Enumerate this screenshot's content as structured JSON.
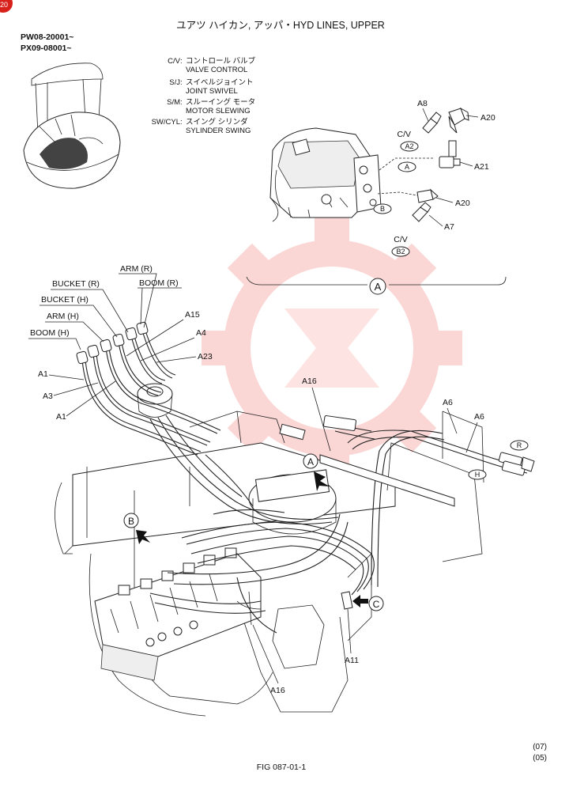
{
  "page": {
    "corner_badge": "20",
    "title": "ユアツ ハイカン, アッパ・HYD LINES, UPPER",
    "serials": [
      "PW08-20001~",
      "PX09-08001~"
    ],
    "fig_number": "FIG 087-01-1",
    "revision": [
      "(07)",
      "(05)"
    ]
  },
  "legend": [
    {
      "code": "C/V",
      "jp": "コントロール バルブ",
      "en": "VALVE CONTROL"
    },
    {
      "code": "S/J",
      "jp": "スイベルジョイント",
      "en": "JOINT SWIVEL"
    },
    {
      "code": "S/M",
      "jp": "スルーイング モータ",
      "en": "MOTOR SLEWING"
    },
    {
      "code": "SW/CYL",
      "jp": "スイング シリンダ",
      "en": "SYLINDER SWING"
    }
  ],
  "detail_a": {
    "label": "A",
    "parts": {
      "a8": "A8",
      "a20_top": "A20",
      "a21": "A21",
      "a20_bottom": "A20",
      "a7": "A7"
    },
    "ports": {
      "cv_top": "C/V",
      "a2": "A2",
      "a": "A",
      "b": "B",
      "cv_bottom": "C/V",
      "b2": "B2"
    }
  },
  "main": {
    "hose_ports": [
      "ARM (R)",
      "BOOM (R)",
      "BUCKET (R)",
      "BUCKET (H)",
      "ARM (H)",
      "BOOM (H)"
    ],
    "parts": {
      "a15": "A15",
      "a4": "A4",
      "a23": "A23",
      "a1_top": "A1",
      "a3": "A3",
      "a1_bottom": "A1",
      "a16_top": "A16",
      "a6_left": "A6",
      "a6_right": "A6",
      "a11": "A11",
      "a16_bottom": "A16"
    },
    "view_markers": {
      "a": "A",
      "b": "B",
      "c": "C"
    },
    "end_tags": {
      "r": "R",
      "h": "H"
    }
  }
}
